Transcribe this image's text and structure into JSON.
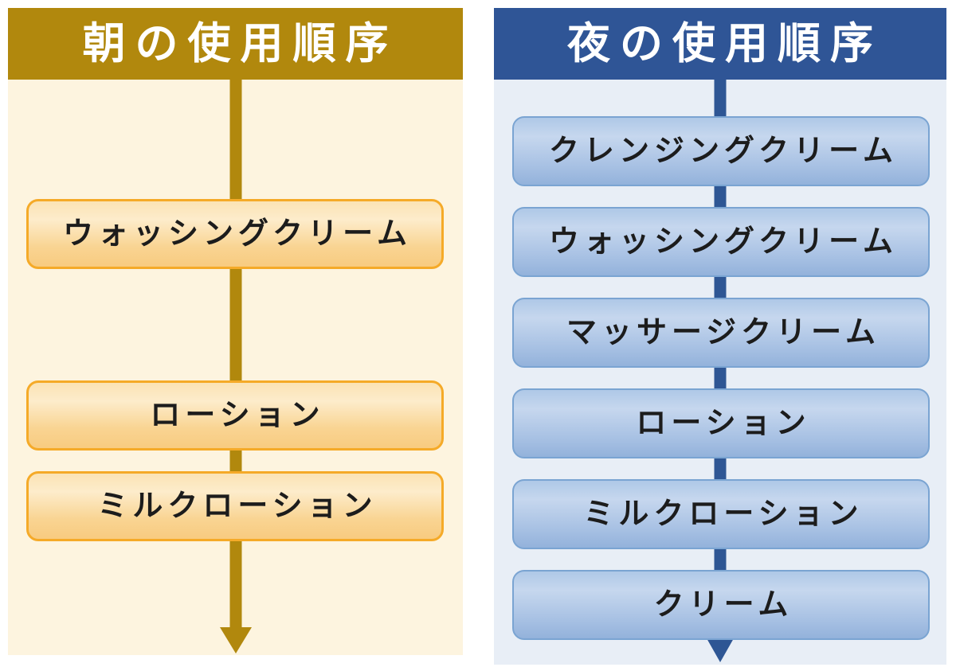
{
  "diagram": {
    "panels": [
      {
        "id": "morning",
        "title": "朝の使用順序",
        "theme": {
          "header-bg": "#b1880d",
          "title-color": "#ffffff",
          "body-bg": "#fdf4df",
          "arrow-color": "#b1880d",
          "box-border": "#f5aa28",
          "box-grad-top": "#fbe3b5",
          "box-grad-mid": "#fdeccb",
          "box-grad-low": "#f9d492",
          "box-grad-bottom": "#f8cb80",
          "step-text-color": "#1c1c1c"
        },
        "steps": [
          {
            "label": "ウォッシングクリーム",
            "slot": 1
          },
          {
            "label": "ローション",
            "slot": 3
          },
          {
            "label": "ミルクローション",
            "slot": 4
          }
        ]
      },
      {
        "id": "night",
        "title": "夜の使用順序",
        "theme": {
          "header-bg": "#2f5596",
          "title-color": "#ffffff",
          "body-bg": "#e8eef6",
          "arrow-color": "#2e5694",
          "box-border": "#7aa4d2",
          "box-grad-top": "#aec8e7",
          "box-grad-mid": "#c6d7ee",
          "box-grad-low": "#a9c2e4",
          "box-grad-bottom": "#93b2db",
          "step-text-color": "#1c1c1c"
        },
        "steps": [
          {
            "label": "クレンジングクリーム",
            "slot": 0
          },
          {
            "label": "ウォッシングクリーム",
            "slot": 1
          },
          {
            "label": "マッサージクリーム",
            "slot": 2
          },
          {
            "label": "ローション",
            "slot": 3
          },
          {
            "label": "ミルクローション",
            "slot": 4
          },
          {
            "label": "クリーム",
            "slot": 5
          }
        ]
      }
    ]
  }
}
